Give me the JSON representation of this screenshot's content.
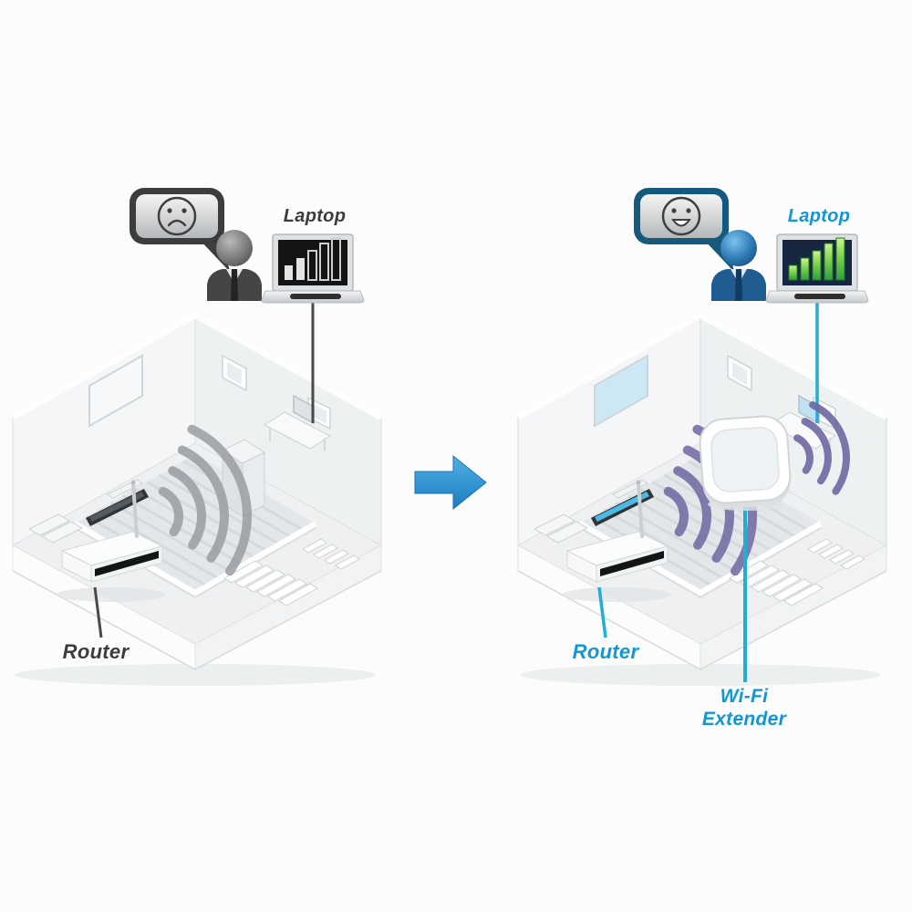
{
  "diagram": {
    "description": "Before/after Wi-Fi coverage comparison in a house",
    "before": {
      "laptop_label": "Laptop",
      "router_label": "Router",
      "mood_icon": "sad-face",
      "signal": {
        "bars_total": 5,
        "bars_filled": 2
      },
      "colors": {
        "label": "#3c3c3c",
        "callout_line": "#4a4a4a",
        "wifi_arc": "#989ea2",
        "speech_bubble_border": "#3d3d3d",
        "person": "#454545",
        "laptop_screen": "#141414",
        "signal_bar_filled": "#e4e4e4",
        "signal_bar_empty_outline": "#cfcfcf"
      }
    },
    "after": {
      "laptop_label": "Laptop",
      "router_label": "Router",
      "extender_label_line1": "Wi-Fi",
      "extender_label_line2": "Extender",
      "mood_icon": "happy-face",
      "signal": {
        "bars_total": 5,
        "bars_filled": 5
      },
      "colors": {
        "label": "#1297d2",
        "callout_line": "#21aed3",
        "wifi_arc": "#6f68a2",
        "speech_bubble_border": "#155a7d",
        "person": "#1e5c92",
        "laptop_screen": "#16263e",
        "signal_bar_top": "#cdf58e",
        "signal_bar_bottom": "#2f9e3f"
      }
    },
    "transition": {
      "arrow_icon": "right-arrow",
      "arrow_color": "#2a93d5"
    }
  }
}
